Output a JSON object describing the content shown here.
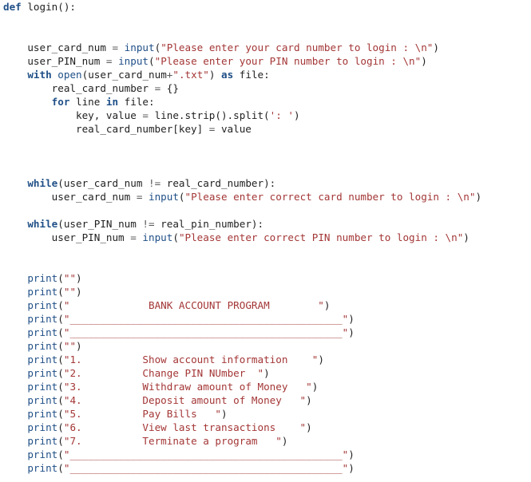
{
  "colors": {
    "background": "#ffffff",
    "keyword": "#1f4f87",
    "string": "#a43636",
    "function": "#1f4f87",
    "operator": "#5a5a5a",
    "text": "#1f1f1f"
  },
  "code_lines": [
    {
      "line": 1,
      "tokens": [
        {
          "t": "def",
          "k": "keyword"
        },
        {
          "t": " login",
          "k": "plain"
        },
        {
          "t": "():",
          "k": "plain"
        }
      ]
    },
    {
      "line": 4,
      "tokens": [
        {
          "t": "    user_card_num ",
          "k": "plain"
        },
        {
          "t": "=",
          "k": "op"
        },
        {
          "t": " ",
          "k": "plain"
        },
        {
          "t": "input",
          "k": "func"
        },
        {
          "t": "(",
          "k": "plain"
        },
        {
          "t": "\"Please enter your card number to login : \\n\"",
          "k": "string"
        },
        {
          "t": ")",
          "k": "plain"
        }
      ]
    },
    {
      "line": 5,
      "tokens": [
        {
          "t": "    user_PIN_num ",
          "k": "plain"
        },
        {
          "t": "=",
          "k": "op"
        },
        {
          "t": " ",
          "k": "plain"
        },
        {
          "t": "input",
          "k": "func"
        },
        {
          "t": "(",
          "k": "plain"
        },
        {
          "t": "\"Please enter your PIN number to login : \\n\"",
          "k": "string"
        },
        {
          "t": ")",
          "k": "plain"
        }
      ]
    },
    {
      "line": 6,
      "tokens": [
        {
          "t": "    ",
          "k": "plain"
        },
        {
          "t": "with",
          "k": "keyword"
        },
        {
          "t": " ",
          "k": "plain"
        },
        {
          "t": "open",
          "k": "func"
        },
        {
          "t": "(user_card_num",
          "k": "plain"
        },
        {
          "t": "+",
          "k": "op"
        },
        {
          "t": "\".txt\"",
          "k": "string"
        },
        {
          "t": ") ",
          "k": "plain"
        },
        {
          "t": "as",
          "k": "keyword"
        },
        {
          "t": " file:",
          "k": "plain"
        }
      ]
    },
    {
      "line": 7,
      "tokens": [
        {
          "t": "        real_card_number ",
          "k": "plain"
        },
        {
          "t": "=",
          "k": "op"
        },
        {
          "t": " {}",
          "k": "plain"
        }
      ]
    },
    {
      "line": 8,
      "tokens": [
        {
          "t": "        ",
          "k": "plain"
        },
        {
          "t": "for",
          "k": "keyword"
        },
        {
          "t": " line ",
          "k": "plain"
        },
        {
          "t": "in",
          "k": "keyword"
        },
        {
          "t": " file:",
          "k": "plain"
        }
      ]
    },
    {
      "line": 9,
      "tokens": [
        {
          "t": "            key, value ",
          "k": "plain"
        },
        {
          "t": "=",
          "k": "op"
        },
        {
          "t": " line.strip().split(",
          "k": "plain"
        },
        {
          "t": "': '",
          "k": "string"
        },
        {
          "t": ")",
          "k": "plain"
        }
      ]
    },
    {
      "line": 10,
      "tokens": [
        {
          "t": "            real_card_number[key] ",
          "k": "plain"
        },
        {
          "t": "=",
          "k": "op"
        },
        {
          "t": " value",
          "k": "plain"
        }
      ]
    },
    {
      "line": 14,
      "tokens": [
        {
          "t": "    ",
          "k": "plain"
        },
        {
          "t": "while",
          "k": "keyword"
        },
        {
          "t": "(user_card_num ",
          "k": "plain"
        },
        {
          "t": "!=",
          "k": "op"
        },
        {
          "t": " real_card_number):",
          "k": "plain"
        }
      ]
    },
    {
      "line": 15,
      "tokens": [
        {
          "t": "        user_card_num ",
          "k": "plain"
        },
        {
          "t": "=",
          "k": "op"
        },
        {
          "t": " ",
          "k": "plain"
        },
        {
          "t": "input",
          "k": "func"
        },
        {
          "t": "(",
          "k": "plain"
        },
        {
          "t": "\"Please enter correct card number to login : \\n\"",
          "k": "string"
        },
        {
          "t": ")",
          "k": "plain"
        }
      ]
    },
    {
      "line": 17,
      "tokens": [
        {
          "t": "    ",
          "k": "plain"
        },
        {
          "t": "while",
          "k": "keyword"
        },
        {
          "t": "(user_PIN_num ",
          "k": "plain"
        },
        {
          "t": "!=",
          "k": "op"
        },
        {
          "t": " real_pin_number):",
          "k": "plain"
        }
      ]
    },
    {
      "line": 18,
      "tokens": [
        {
          "t": "        user_PIN_num ",
          "k": "plain"
        },
        {
          "t": "=",
          "k": "op"
        },
        {
          "t": " ",
          "k": "plain"
        },
        {
          "t": "input",
          "k": "func"
        },
        {
          "t": "(",
          "k": "plain"
        },
        {
          "t": "\"Please enter correct PIN number to login : \\n\"",
          "k": "string"
        },
        {
          "t": ")",
          "k": "plain"
        }
      ]
    },
    {
      "line": 21,
      "tokens": [
        {
          "t": "    ",
          "k": "plain"
        },
        {
          "t": "print",
          "k": "func"
        },
        {
          "t": "(",
          "k": "plain"
        },
        {
          "t": "\"\"",
          "k": "string"
        },
        {
          "t": ")",
          "k": "plain"
        }
      ]
    },
    {
      "line": 22,
      "tokens": [
        {
          "t": "    ",
          "k": "plain"
        },
        {
          "t": "print",
          "k": "func"
        },
        {
          "t": "(",
          "k": "plain"
        },
        {
          "t": "\"\"",
          "k": "string"
        },
        {
          "t": ")",
          "k": "plain"
        }
      ]
    },
    {
      "line": 23,
      "tokens": [
        {
          "t": "    ",
          "k": "plain"
        },
        {
          "t": "print",
          "k": "func"
        },
        {
          "t": "(",
          "k": "plain"
        },
        {
          "t": "\"             BANK ACCOUNT PROGRAM        \"",
          "k": "string"
        },
        {
          "t": ")",
          "k": "plain"
        }
      ]
    },
    {
      "line": 24,
      "tokens": [
        {
          "t": "    ",
          "k": "plain"
        },
        {
          "t": "print",
          "k": "func"
        },
        {
          "t": "(",
          "k": "plain"
        },
        {
          "t": "\"_____________________________________________\"",
          "k": "string"
        },
        {
          "t": ")",
          "k": "plain"
        }
      ]
    },
    {
      "line": 25,
      "tokens": [
        {
          "t": "    ",
          "k": "plain"
        },
        {
          "t": "print",
          "k": "func"
        },
        {
          "t": "(",
          "k": "plain"
        },
        {
          "t": "\"_____________________________________________\"",
          "k": "string"
        },
        {
          "t": ")",
          "k": "plain"
        }
      ]
    },
    {
      "line": 26,
      "tokens": [
        {
          "t": "    ",
          "k": "plain"
        },
        {
          "t": "print",
          "k": "func"
        },
        {
          "t": "(",
          "k": "plain"
        },
        {
          "t": "\"\"",
          "k": "string"
        },
        {
          "t": ")",
          "k": "plain"
        }
      ]
    },
    {
      "line": 27,
      "tokens": [
        {
          "t": "    ",
          "k": "plain"
        },
        {
          "t": "print",
          "k": "func"
        },
        {
          "t": "(",
          "k": "plain"
        },
        {
          "t": "\"1.          Show account information    \"",
          "k": "string"
        },
        {
          "t": ")",
          "k": "plain"
        }
      ]
    },
    {
      "line": 28,
      "tokens": [
        {
          "t": "    ",
          "k": "plain"
        },
        {
          "t": "print",
          "k": "func"
        },
        {
          "t": "(",
          "k": "plain"
        },
        {
          "t": "\"2.          Change PIN NUmber  \"",
          "k": "string"
        },
        {
          "t": ")",
          "k": "plain"
        }
      ]
    },
    {
      "line": 29,
      "tokens": [
        {
          "t": "    ",
          "k": "plain"
        },
        {
          "t": "print",
          "k": "func"
        },
        {
          "t": "(",
          "k": "plain"
        },
        {
          "t": "\"3.          Withdraw amount of Money   \"",
          "k": "string"
        },
        {
          "t": ")",
          "k": "plain"
        }
      ]
    },
    {
      "line": 30,
      "tokens": [
        {
          "t": "    ",
          "k": "plain"
        },
        {
          "t": "print",
          "k": "func"
        },
        {
          "t": "(",
          "k": "plain"
        },
        {
          "t": "\"4.          Deposit amount of Money   \"",
          "k": "string"
        },
        {
          "t": ")",
          "k": "plain"
        }
      ]
    },
    {
      "line": 31,
      "tokens": [
        {
          "t": "    ",
          "k": "plain"
        },
        {
          "t": "print",
          "k": "func"
        },
        {
          "t": "(",
          "k": "plain"
        },
        {
          "t": "\"5.          Pay Bills   \"",
          "k": "string"
        },
        {
          "t": ")",
          "k": "plain"
        }
      ]
    },
    {
      "line": 32,
      "tokens": [
        {
          "t": "    ",
          "k": "plain"
        },
        {
          "t": "print",
          "k": "func"
        },
        {
          "t": "(",
          "k": "plain"
        },
        {
          "t": "\"6.          View last transactions    \"",
          "k": "string"
        },
        {
          "t": ")",
          "k": "plain"
        }
      ]
    },
    {
      "line": 33,
      "tokens": [
        {
          "t": "    ",
          "k": "plain"
        },
        {
          "t": "print",
          "k": "func"
        },
        {
          "t": "(",
          "k": "plain"
        },
        {
          "t": "\"7.          Terminate a program   \"",
          "k": "string"
        },
        {
          "t": ")",
          "k": "plain"
        }
      ]
    },
    {
      "line": 34,
      "tokens": [
        {
          "t": "    ",
          "k": "plain"
        },
        {
          "t": "print",
          "k": "func"
        },
        {
          "t": "(",
          "k": "plain"
        },
        {
          "t": "\"_____________________________________________\"",
          "k": "string"
        },
        {
          "t": ")",
          "k": "plain"
        }
      ]
    },
    {
      "line": 35,
      "tokens": [
        {
          "t": "    ",
          "k": "plain"
        },
        {
          "t": "print",
          "k": "func"
        },
        {
          "t": "(",
          "k": "plain"
        },
        {
          "t": "\"_____________________________________________\"",
          "k": "string"
        },
        {
          "t": ")",
          "k": "plain"
        }
      ]
    }
  ]
}
